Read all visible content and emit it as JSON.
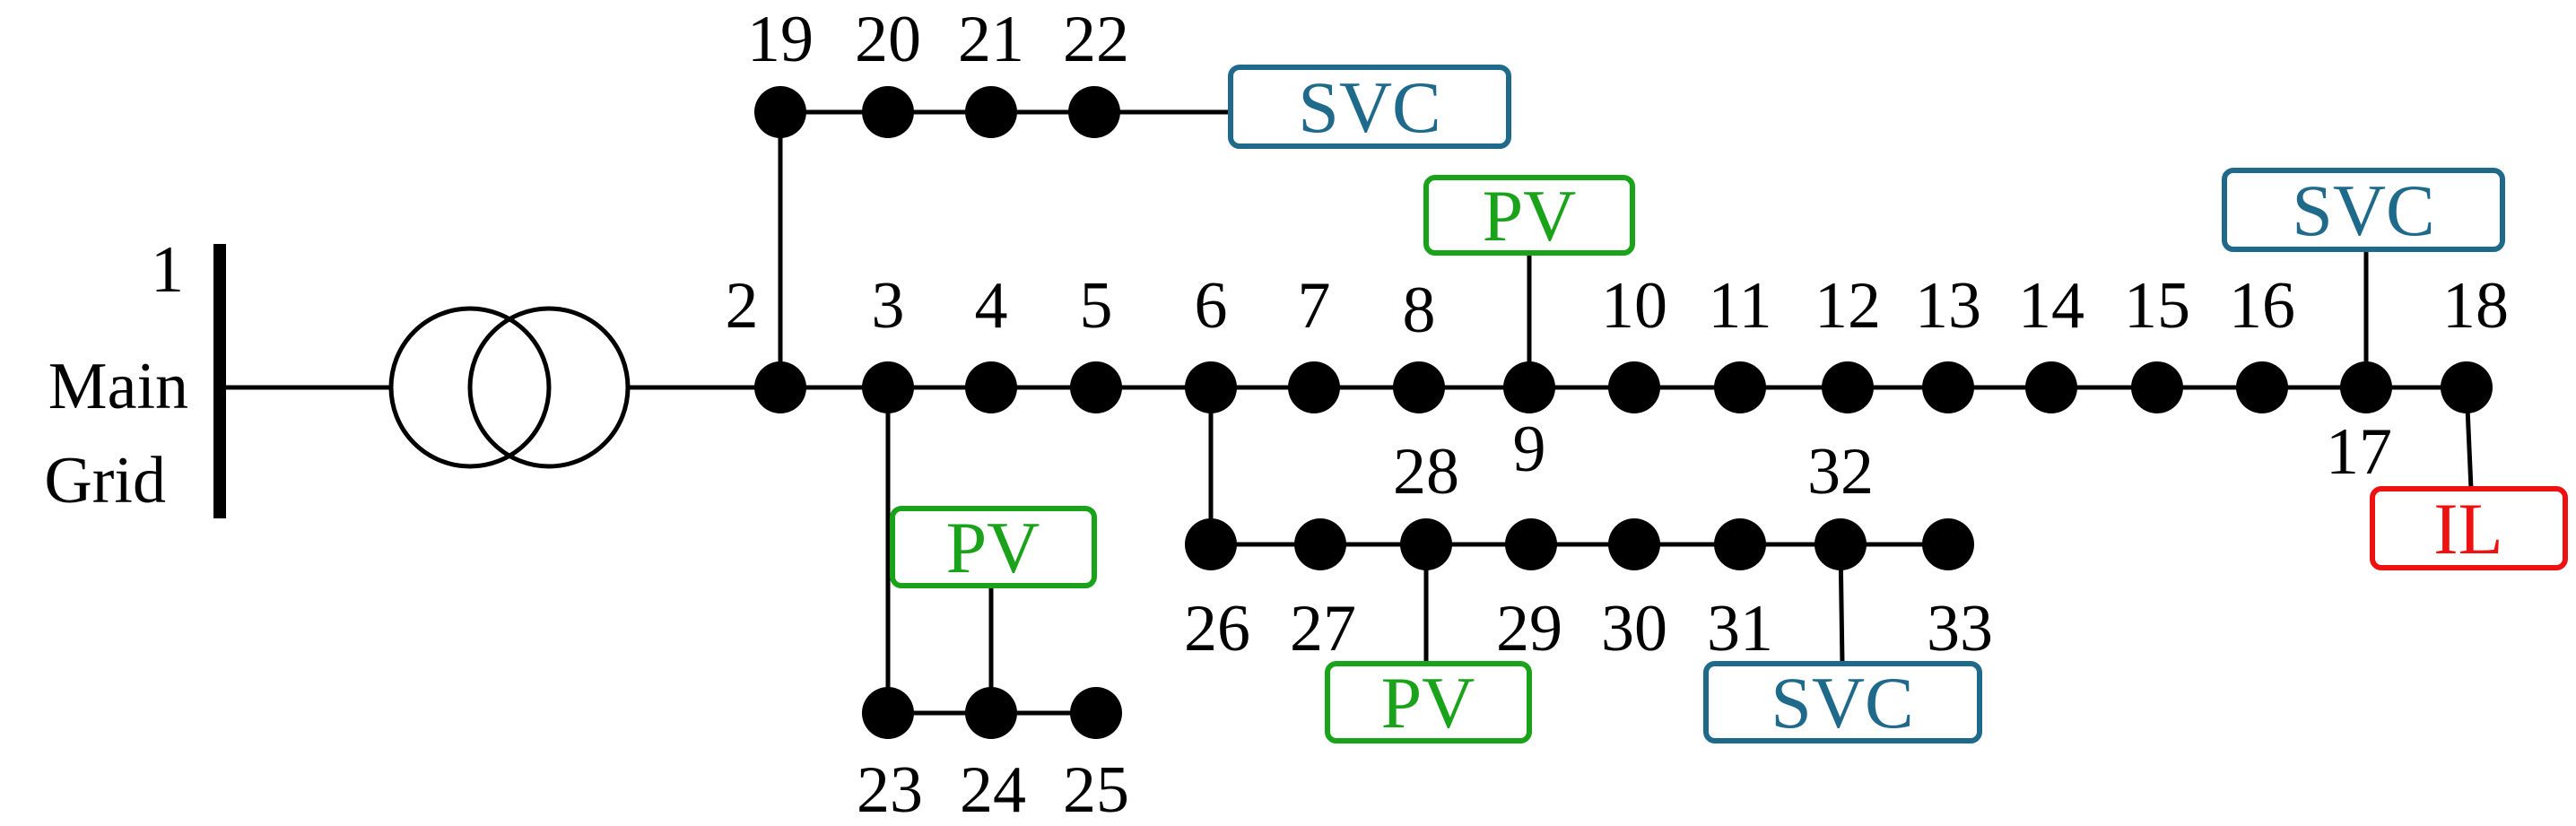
{
  "main_grid": {
    "bus_number": "1",
    "line1": "Main",
    "line2": "Grid"
  },
  "buses": [
    "1",
    "2",
    "3",
    "4",
    "5",
    "6",
    "7",
    "8",
    "9",
    "10",
    "11",
    "12",
    "13",
    "14",
    "15",
    "16",
    "17",
    "18",
    "19",
    "20",
    "21",
    "22",
    "23",
    "24",
    "25",
    "26",
    "27",
    "28",
    "29",
    "30",
    "31",
    "32",
    "33"
  ],
  "devices": {
    "svc_top": "SVC",
    "pv_bus9": "PV",
    "svc_bus17": "SVC",
    "il_bus18": "IL",
    "pv_bus24": "PV",
    "pv_bus28": "PV",
    "svc_bus32": "SVC"
  },
  "colors": {
    "pv": "#1aa31a",
    "svc": "#1f6a8a",
    "il": "#ee1111",
    "line": "#000000"
  }
}
